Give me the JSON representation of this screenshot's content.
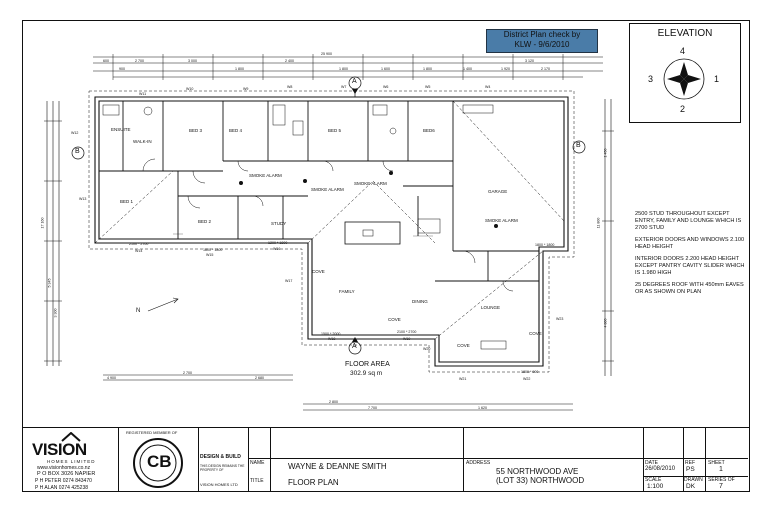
{
  "stamp": {
    "line1": "District Plan check by",
    "line2": "KLW - 9/6/2010"
  },
  "elevation": {
    "title": "ELEVATION",
    "n_top": "4",
    "n_left": "3",
    "n_right": "1",
    "n_bottom": "2"
  },
  "rooms": {
    "ensuite": "ENSUITE",
    "walk_in": "WALK-IN",
    "bed1": "BED 1",
    "bed2": "BED 2",
    "bed3": "BED 3",
    "bed4": "BED 4",
    "bed5": "BED 5",
    "bed6": "BED6",
    "study": "STUDY",
    "garage": "GARAGE",
    "family": "FAMILY",
    "dining": "DINING",
    "lounge": "LOUNGE",
    "cove1": "COVE",
    "cove2": "COVE",
    "cove3": "COVE",
    "cove4": "COVE",
    "smoke1": "SMOKE ALARM",
    "smoke2": "SMOKE ALARM",
    "smoke3": "SMOKE ALARM",
    "smoke4": "SMOKE ALARM",
    "floor_area_label": "FLOOR AREA",
    "floor_area_value": "302.9 sq m",
    "north": "N"
  },
  "windows": {
    "w11": "W11",
    "w10": "W10",
    "w9": "W9",
    "w8": "W8",
    "w7": "W7",
    "w6": "W6",
    "w5": "W5",
    "w4": "W4",
    "w12": "W12",
    "w13": "W13",
    "w14": "W14",
    "w15": "W15",
    "w16": "W16",
    "w17": "W17",
    "w18": "W18",
    "w19": "W19",
    "w20": "W20",
    "w21": "W21",
    "w22": "W22",
    "w23": "W23"
  },
  "section_marks": {
    "a_top": "A",
    "a_bottom": "A",
    "b_left": "B",
    "b_right": "B"
  },
  "dims": {
    "overall": "25 900",
    "d1": "2 700",
    "d2": "2 400",
    "d3": "3 000",
    "d4": "1 800",
    "d5": "3 120",
    "d6": "2 170",
    "d7": "1 800",
    "d8": "1 600",
    "d9": "1 800",
    "d10": "1 400",
    "d11": "1 920",
    "d12": "600",
    "d13": "900",
    "b1": "4 900",
    "b2": "2 700",
    "b3": "2 680",
    "b4": "7 700",
    "b5": "1 620",
    "b6": "2 800",
    "v1": "17 160",
    "v2": "11 800",
    "v3": "5 345",
    "v4": "3 300",
    "v5": "4 800",
    "v6": "1 450",
    "w_a": "2100 * 2700",
    "w_b": "1800 * 1800",
    "w_c": "1200 * 1800",
    "w_d": "1500 * 2000",
    "w_e": "2100 * 2700",
    "w_f": "1800 * 900",
    "w_g": "1800 * 1800"
  },
  "notes": [
    "2500 STUD THROUGHOUT EXCEPT ENTRY, FAMILY AND LOUNGE WHICH IS 2700 STUD",
    "EXTERIOR DOORS AND WINDOWS 2.100 HEAD HEIGHT",
    "INTERIOR DOORS 2.200 HEAD HEIGHT EXCEPT PANTRY CAVITY SLIDER WHICH IS 1.980 HIGH",
    "25 DEGREES ROOF WITH 450mm EAVES OR AS SHOWN ON PLAN"
  ],
  "titleblock": {
    "logo": "VISION",
    "logo_sub": "HOMES LIMITED",
    "web": "www.visionhomes.co.nz",
    "po": "P O BOX 3026 NAPIER",
    "ph1": "P H  PETER  0274 843470",
    "ph2": "P H  ALAN  0274  425238",
    "reg": "REGISTERED MEMBER OF",
    "cb": "CB",
    "design_build": "DESIGN & BUILD",
    "design_note": "THIS DESIGN REMAINS THE PROPERTY OF",
    "company": "VISION HOMES LTD",
    "name_label": "NAME",
    "name_value": "WAYNE & DEANNE SMITH",
    "title_label": "TITLE",
    "title_value": "FLOOR PLAN",
    "address_label": "ADDRESS",
    "address_1": "55 NORTHWOOD AVE",
    "address_2": "(LOT 33) NORTHWOOD",
    "date_label": "DATE",
    "date_value": "26/08/2010",
    "scale_label": "SCALE",
    "scale_value": "1:100",
    "ref_label": "REF",
    "ref_value": "PS",
    "drawn_label": "DRAWN",
    "drawn_value": "DK",
    "sheet_label": "SHEET",
    "sheet_value": "1",
    "series_label": "SERIES OF",
    "series_value": "7"
  }
}
